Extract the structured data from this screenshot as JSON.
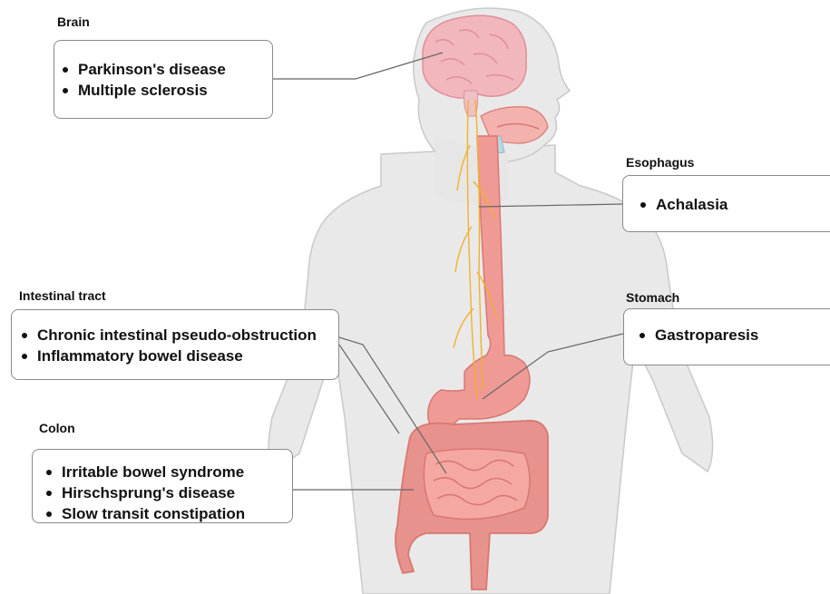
{
  "sections": {
    "brain": {
      "title": "Brain",
      "items": [
        "Parkinson's disease",
        "Multiple sclerosis"
      ]
    },
    "esophagus": {
      "title": "Esophagus",
      "items": [
        "Achalasia"
      ]
    },
    "intestinal_tract": {
      "title": "Intestinal tract",
      "items": [
        "Chronic intestinal pseudo-obstruction",
        "Inflammatory bowel disease"
      ]
    },
    "stomach": {
      "title": "Stomach",
      "items": [
        "Gastroparesis"
      ]
    },
    "colon": {
      "title": "Colon",
      "items": [
        "Irritable bowel syndrome",
        "Hirschsprung's disease",
        "Slow transit constipation"
      ]
    }
  },
  "colors": {
    "body_fill": "#e9e9e9",
    "body_outline": "#c9c9c9",
    "brain": "#f2b6bd",
    "gi_tract": "#ef9a95",
    "gi_dark": "#d97771",
    "nerves": "#f1b12c",
    "box_border": "#8a8a8a",
    "leader_line": "#666666"
  }
}
